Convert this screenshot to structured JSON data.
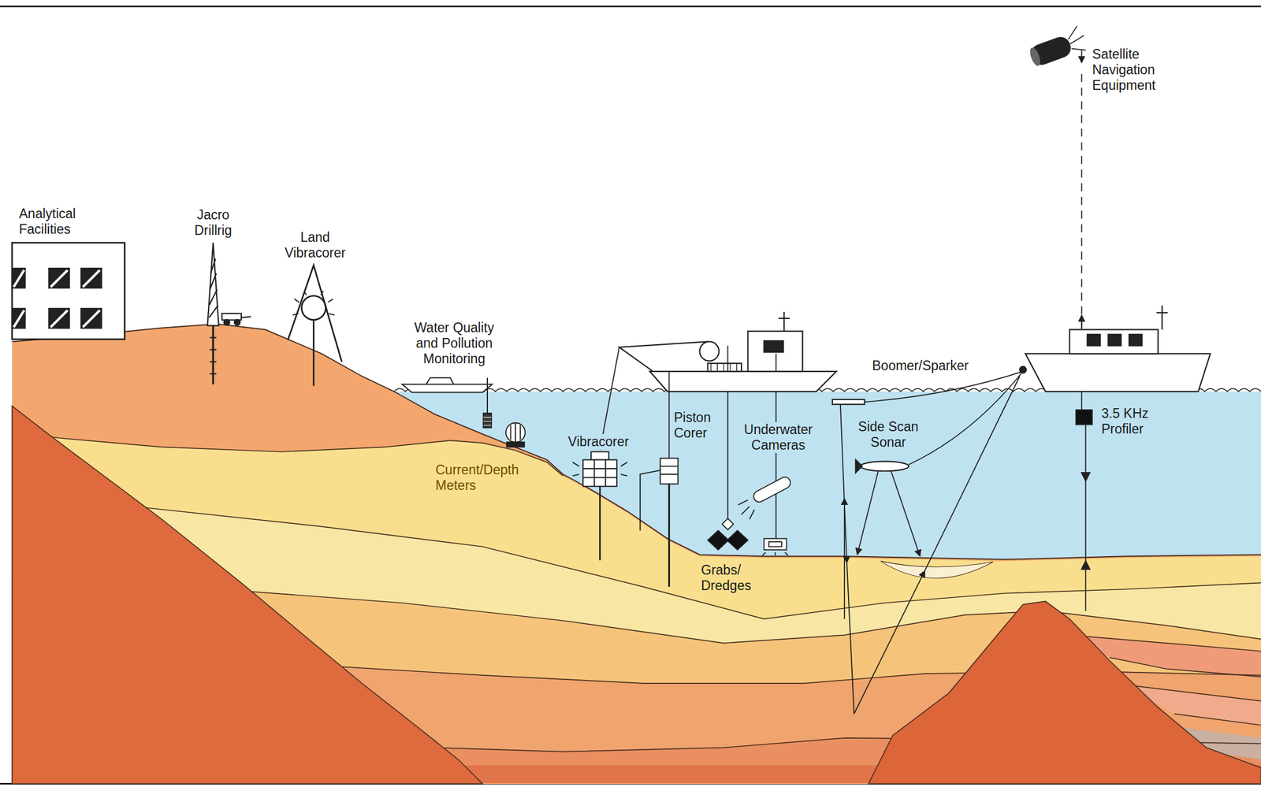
{
  "diagram": {
    "labels": [
      "Satellite Navigation Equipment",
      "Analytical Facilities",
      "Jacro Drillrig",
      "Land Vibracorer",
      "Water Quality and Pollution Monitoring",
      "Current/Depth Meters",
      "Vibracorer",
      "Piston Corer",
      "Underwater Cameras",
      "Side Scan Sonar",
      "Boomer/Sparker",
      "3.5 KHz Profiler",
      "Grabs/ Dredges"
    ]
  }
}
